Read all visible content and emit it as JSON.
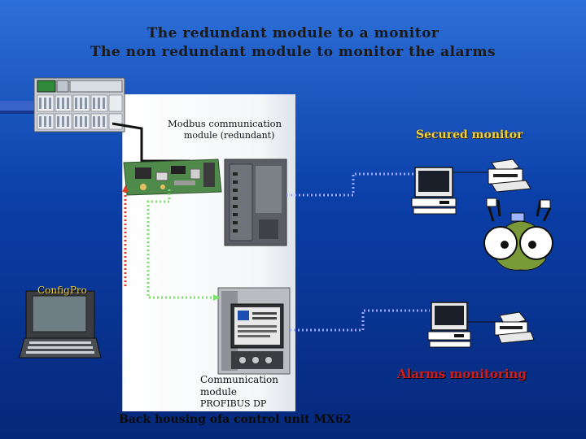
{
  "title": {
    "line1": "The redundant module to a monitor",
    "line2": "The non redundant module to monitor the alarms"
  },
  "labels": {
    "modbus_line1": "Modbus communication",
    "modbus_line2": "module (redundant)",
    "secured_monitor": "Secured monitor",
    "configpro": "ConfigPro",
    "comm_line1": "Communication",
    "comm_line2": "module",
    "comm_line3": "PROFIBUS DP",
    "alarms_monitoring": "Alarms monitoring",
    "back_housing": "Back housing ofa control unit MX62"
  },
  "colors": {
    "background_top": "#2d6fd8",
    "background_bottom": "#06287a",
    "gold_text": "#f2d23a",
    "red_text": "#d61a1a",
    "link_dotted_red": "#e03a2a",
    "link_dotted_green": "#7ee06a",
    "link_dotted_blue": "#9aa8ff"
  },
  "icons": {
    "control_panel": "control-panel-icon",
    "modbus_board": "circuit-board-icon",
    "modbus_module": "din-rail-module-icon",
    "profibus_module": "profibus-module-icon",
    "laptop": "laptop-icon",
    "monitor_top": "computer-monitor-icon",
    "monitor_bottom": "computer-monitor-icon",
    "printer_top": "printer-icon",
    "printer_bottom": "printer-icon",
    "cartoon_eyes": "alarm-face-icon"
  }
}
